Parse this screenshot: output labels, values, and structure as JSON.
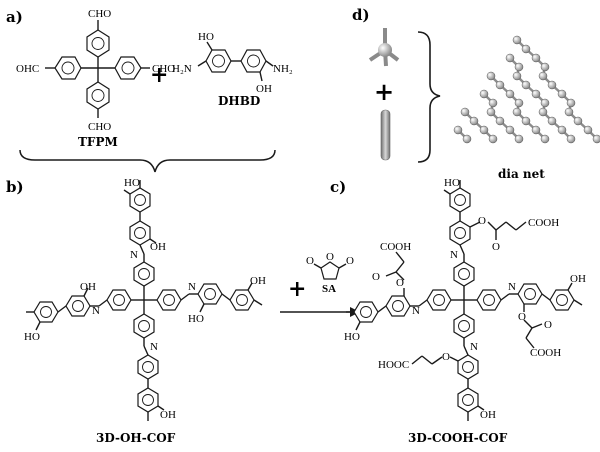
{
  "panels": {
    "a": "a)",
    "b": "b)",
    "c": "c)",
    "d": "d)"
  },
  "labels": {
    "tfpm": "TFPM",
    "dhbd": "DHBD",
    "sa": "SA",
    "oh_cof": "3D-OH-COF",
    "cooh_cof": "3D-COOH-COF",
    "dia_net": "dia net"
  },
  "symbols": {
    "plus": "+"
  },
  "atoms": {
    "cho": "CHO",
    "ohc": "OHC",
    "h2n": "H₂N",
    "nh2": "NH₂",
    "ho": "HO",
    "oh": "OH",
    "n": "N",
    "o": "O",
    "cooh": "COOH",
    "hooc": "HOOC"
  },
  "colors": {
    "ink": "#1a1a1a",
    "node": "#bdbdbd",
    "rod": "#9e9e9e"
  }
}
